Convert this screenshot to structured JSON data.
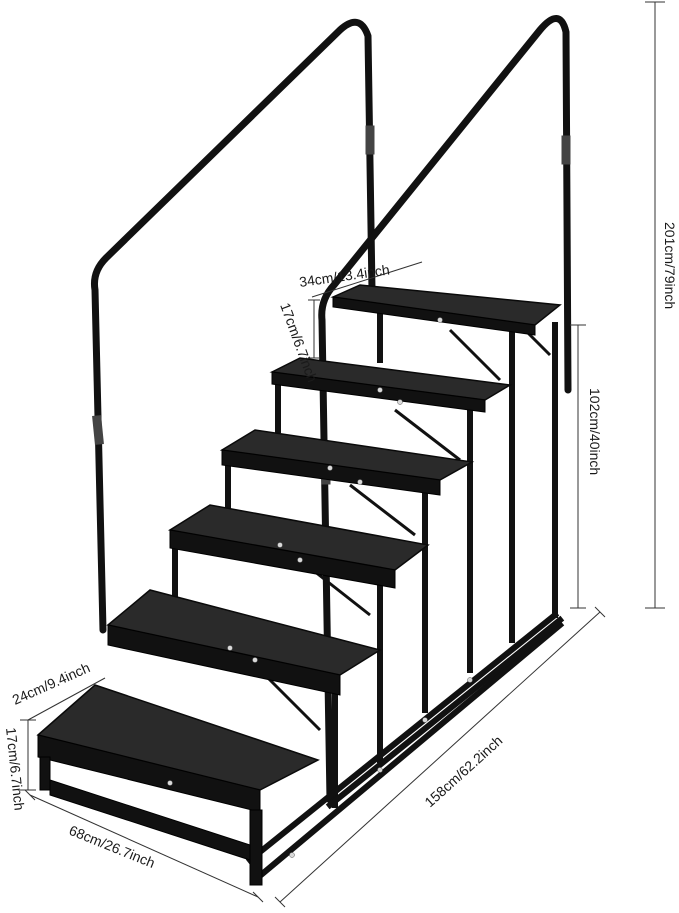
{
  "dimensions": {
    "total_height": "201cm/79inch",
    "platform_height": "102cm/40inch",
    "top_depth": "34cm/13.4inch",
    "riser_height_top": "17cm/6.7inch",
    "step_depth": "24cm/9.4inch",
    "riser_height_bottom": "17cm/6.7inch",
    "width": "68cm/26.7inch",
    "length": "158cm/62.2inch"
  },
  "colors": {
    "steel": "#111111",
    "tread": "#2a2a2a",
    "background": "#ffffff"
  }
}
